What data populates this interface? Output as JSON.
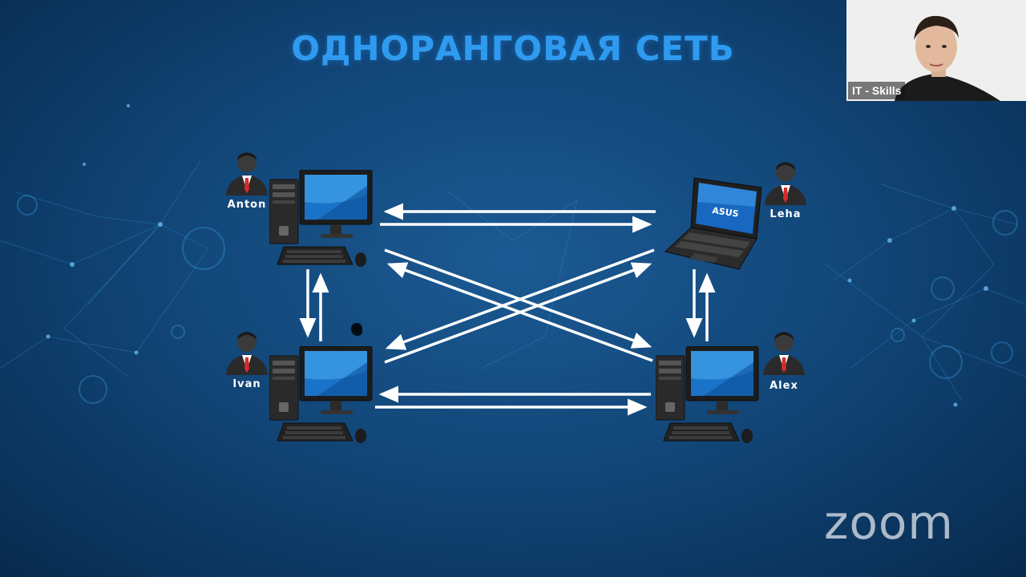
{
  "title": "ОДНОРАНГОВАЯ СЕТЬ",
  "nodes": {
    "anton": {
      "label": "Anton"
    },
    "leha": {
      "label": "Leha"
    },
    "ivan": {
      "label": "Ivan"
    },
    "alex": {
      "label": "Alex"
    }
  },
  "laptop_brand": "ASUS",
  "video": {
    "participant_label": "IT - Skills"
  },
  "watermark": "zoom",
  "colors": {
    "title": "#2f9bf0",
    "background": "#124779",
    "arrow": "#ffffff"
  }
}
